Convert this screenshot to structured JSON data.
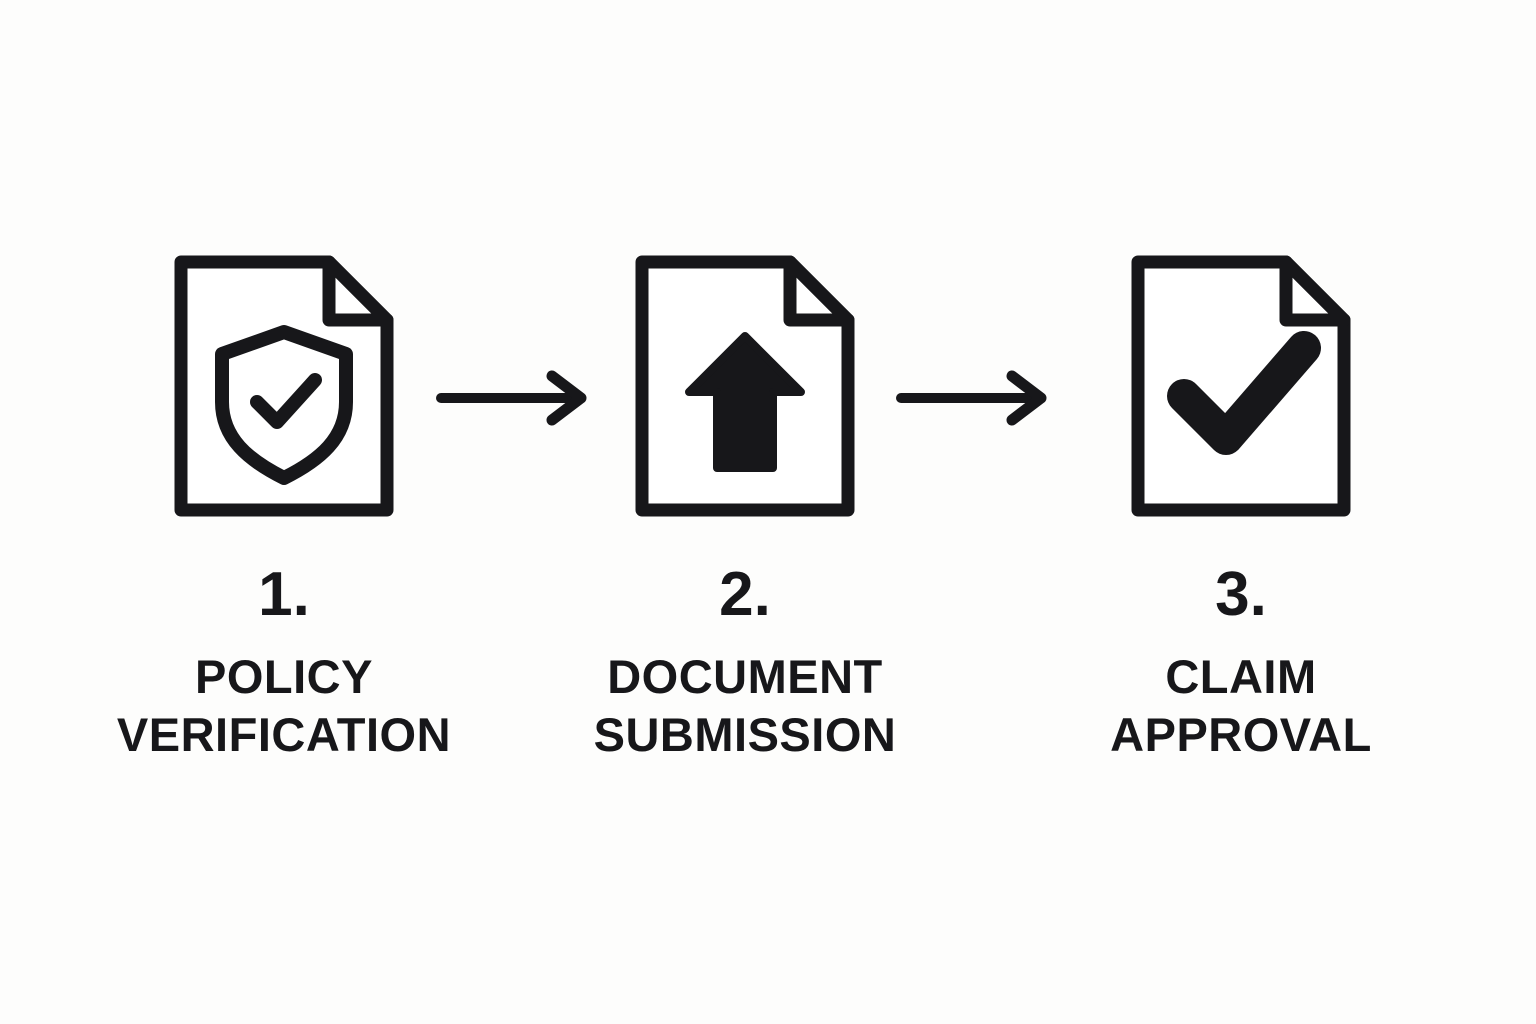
{
  "page": {
    "background_color": "#fdfdfc",
    "ink_color": "#17171a",
    "orientation": "horizontal-process-flow"
  },
  "steps": [
    {
      "number": "1.",
      "title": "POLICY\nVERIFICATION",
      "icon": "document-shield-check-icon"
    },
    {
      "number": "2.",
      "title": "DOCUMENT\nSUBMISSION",
      "icon": "document-upload-arrow-icon"
    },
    {
      "number": "3.",
      "title": "CLAIM\nAPPROVAL",
      "icon": "document-checkmark-icon"
    }
  ],
  "connectors": [
    {
      "name": "arrow-right-icon",
      "from": "1.",
      "to": "2."
    },
    {
      "name": "arrow-right-icon",
      "from": "2.",
      "to": "3."
    }
  ]
}
